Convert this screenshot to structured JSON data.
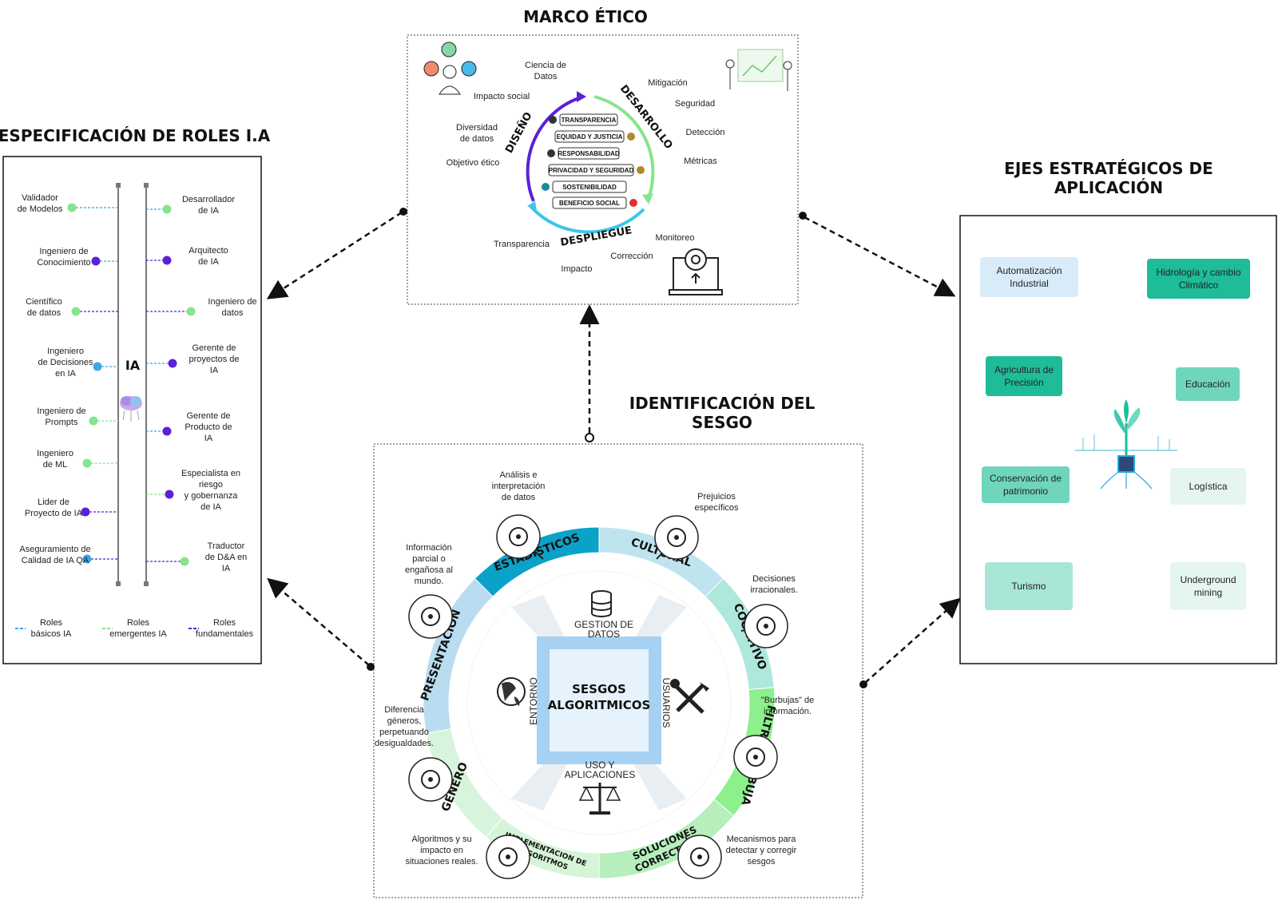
{
  "titles": {
    "roles": "ESPECIFICACIÓN DE ROLES I.A",
    "ethics": "MARCO ÉTICO",
    "strategy_line1": "EJES ESTRATÉGICOS DE",
    "strategy_line2": "APLICACIÓN",
    "bias_line1": "IDENTIFICACIÓN DEL",
    "bias_line2": "SESGO"
  },
  "roles": {
    "center_label": "IA",
    "left": [
      [
        "Validador",
        "de Modelos"
      ],
      [
        "Ingeniero de",
        "Conocimiento"
      ],
      [
        "Científico",
        "de datos"
      ],
      [
        "Ingeniero",
        "de Decisiones",
        "en IA"
      ],
      [
        "Ingeniero de",
        "Prompts"
      ],
      [
        "Ingeniero",
        "de ML"
      ],
      [
        "Lider de",
        "Proyecto de IA"
      ],
      [
        "Aseguramiento de",
        "Calidad de IA QA"
      ]
    ],
    "right": [
      [
        "Desarrollador",
        "de IA"
      ],
      [
        "Arquitecto",
        "de IA"
      ],
      [
        "Ingeniero de",
        "datos"
      ],
      [
        "Gerente de",
        "proyectos de",
        "IA"
      ],
      [
        "Gerente de",
        "Producto de",
        "IA"
      ],
      [
        "Especialista en",
        "riesgo",
        "y gobernanza",
        "de IA"
      ],
      [
        "Traductor",
        "de D&A en",
        "IA"
      ]
    ],
    "legend": [
      [
        "Roles",
        "básicos IA"
      ],
      [
        "Roles",
        "emergentes IA"
      ],
      [
        "Roles",
        "fundamentales"
      ]
    ]
  },
  "ethics": {
    "phases": [
      "DISEÑO",
      "DESARROLLO",
      "DESPLIEGUE"
    ],
    "principles": [
      "TRANSPARENCIA",
      "EQUIDAD Y JUSTICIA",
      "RESPONSABILIDAD",
      "PRIVACIDAD Y SEGURIDAD",
      "SOSTENIBILIDAD",
      "BENEFICIO SOCIAL"
    ],
    "labels": [
      [
        "Ciencia de",
        "Datos"
      ],
      [
        "Impacto social"
      ],
      [
        "Diversidad",
        "de datos"
      ],
      [
        "Objetivo ético"
      ],
      [
        "Mitigación"
      ],
      [
        "Seguridad"
      ],
      [
        "Detección"
      ],
      [
        "Métricas"
      ],
      [
        "Monitoreo"
      ],
      [
        "Corrección"
      ],
      [
        "Impacto"
      ],
      [
        "Transparencia"
      ]
    ]
  },
  "strategy": {
    "items": [
      [
        "Automatización",
        "Industrial"
      ],
      [
        "Hidrología y cambio",
        "Climático"
      ],
      [
        "Agricultura de",
        "Precisión"
      ],
      [
        "Educación"
      ],
      [
        "Conservación de",
        "patrimonio"
      ],
      [
        "Logística"
      ],
      [
        "Turismo"
      ],
      [
        "Underground",
        "mining"
      ]
    ]
  },
  "bias": {
    "center": [
      "SESGOS",
      "ALGORITMICOS"
    ],
    "segments": [
      "ESTADISTICOS",
      "CULTURAL",
      "COGNITIVO",
      "FILTRO BURBUJA",
      "SOLUCIONES CORRECTIVAS",
      "IMPLEMENTACION DE ALGORITMOS",
      "GENERO",
      "PRESENTACIÓN"
    ],
    "inner": {
      "top": [
        "GESTION DE",
        "DATOS"
      ],
      "right": "USUARIOS",
      "bottom": [
        "USO Y",
        "APLICACIONES"
      ],
      "left": "ENTORNO"
    },
    "notes": [
      [
        "Análisis e",
        "interpretación",
        "de datos"
      ],
      [
        "Prejuicios",
        "específicos"
      ],
      [
        "Decisiones",
        "irracionales."
      ],
      [
        "\"Burbujas\" de",
        "información."
      ],
      [
        "Mecanismos para",
        "detectar y corregir",
        "sesgos"
      ],
      [
        "Algoritmos y su",
        "impacto en",
        "situaciones reales."
      ],
      [
        "Diferencia",
        "géneros,",
        "perpetuando",
        "desigualdades."
      ],
      [
        "Información",
        "parcial o",
        "engañosa al",
        "mundo."
      ]
    ]
  },
  "colors": {
    "purple": "#5b21d6",
    "blue": "#3aa7e8",
    "green": "#86e58c",
    "teal_dark": "#1ebc99",
    "teal_mid": "#6fd6bd",
    "teal_light": "#a9e6d8",
    "teal_pale": "#e5f6f1",
    "sky": "#d7ecf8"
  }
}
